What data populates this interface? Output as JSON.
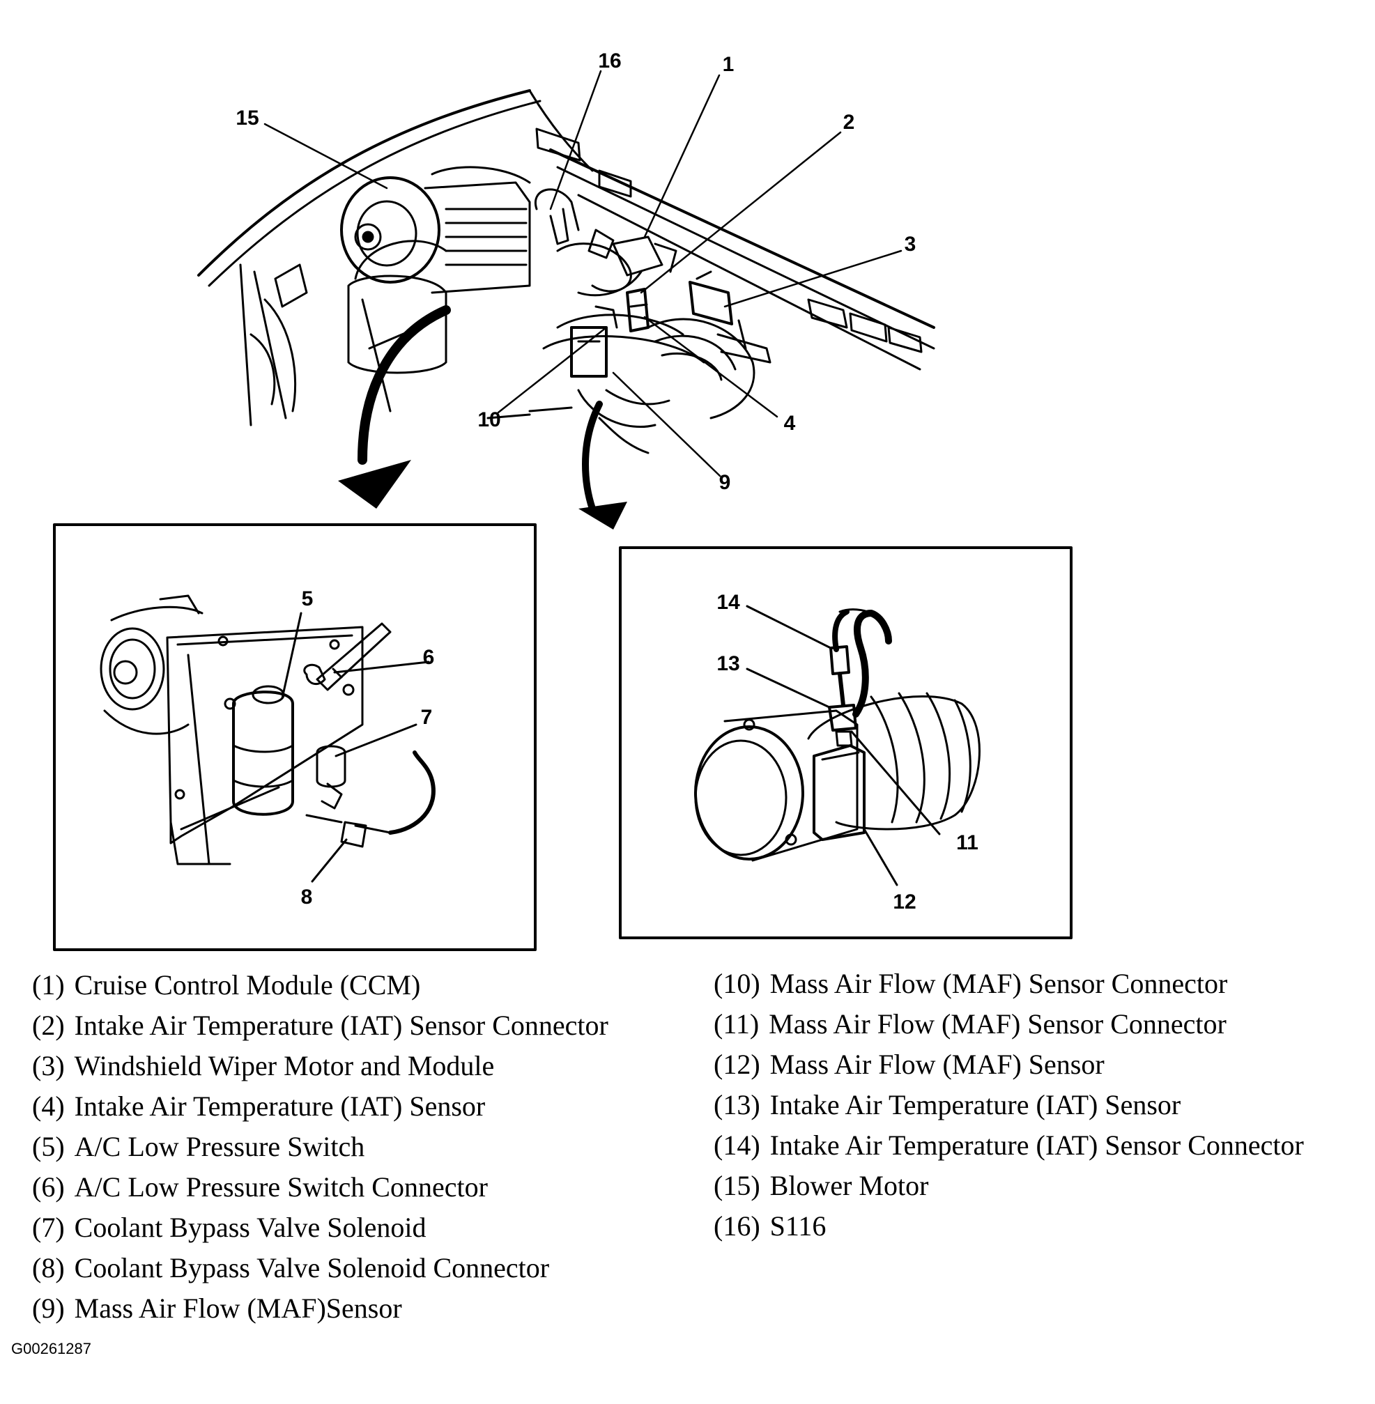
{
  "callouts": {
    "c1": "1",
    "c2": "2",
    "c3": "3",
    "c4": "4",
    "c5": "5",
    "c6": "6",
    "c7": "7",
    "c8": "8",
    "c9": "9",
    "c10": "10",
    "c11": "11",
    "c12": "12",
    "c13": "13",
    "c14": "14",
    "c15": "15",
    "c16": "16"
  },
  "legend_left": [
    {
      "num": "(1)",
      "text": "Cruise Control Module (CCM)"
    },
    {
      "num": "(2)",
      "text": "Intake Air Temperature (IAT) Sensor Connector"
    },
    {
      "num": "(3)",
      "text": "Windshield Wiper Motor and Module"
    },
    {
      "num": "(4)",
      "text": "Intake Air Temperature (IAT) Sensor"
    },
    {
      "num": "(5)",
      "text": "A/C Low Pressure Switch"
    },
    {
      "num": "(6)",
      "text": "A/C Low Pressure Switch Connector"
    },
    {
      "num": "(7)",
      "text": "Coolant Bypass Valve Solenoid"
    },
    {
      "num": "(8)",
      "text": "Coolant Bypass Valve Solenoid Connector"
    },
    {
      "num": "(9)",
      "text": "Mass Air Flow (MAF)Sensor"
    }
  ],
  "legend_right": [
    {
      "num": "(10)",
      "text": "Mass Air Flow (MAF) Sensor Connector"
    },
    {
      "num": "(11)",
      "text": "Mass Air Flow (MAF) Sensor Connector"
    },
    {
      "num": "(12)",
      "text": "Mass Air Flow (MAF) Sensor"
    },
    {
      "num": "(13)",
      "text": "Intake Air Temperature (IAT) Sensor"
    },
    {
      "num": "(14)",
      "text": "Intake Air Temperature (IAT) Sensor Connector"
    },
    {
      "num": "(15)",
      "text": "Blower Motor"
    },
    {
      "num": "(16)",
      "text": "S116"
    }
  ],
  "figure_id": "G00261287"
}
